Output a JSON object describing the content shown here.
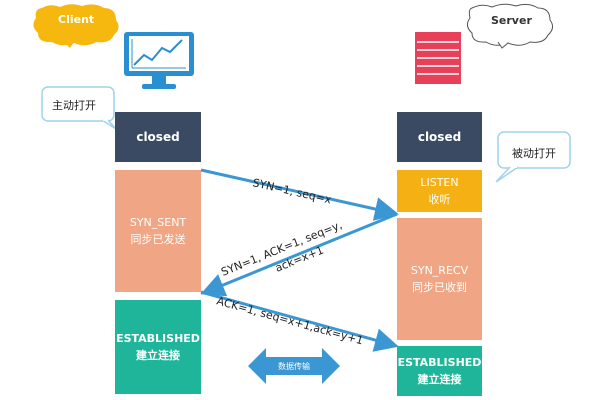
{
  "client": {
    "label": "Client",
    "bubble": "主动打开",
    "states": [
      {
        "title": "closed",
        "subtitle": "",
        "color": "#3a4a63"
      },
      {
        "title": "SYN_SENT",
        "subtitle": "同步已发送",
        "color": "#f0a584"
      },
      {
        "title": "ESTABLISHED",
        "subtitle": "建立连接",
        "color": "#1fb59a"
      }
    ]
  },
  "server": {
    "label": "Server",
    "bubble": "被动打开",
    "states": [
      {
        "title": "closed",
        "subtitle": "",
        "color": "#3a4a63"
      },
      {
        "title": "LISTEN",
        "subtitle": "收听",
        "color": "#f5b014"
      },
      {
        "title": "SYN_RECV",
        "subtitle": "同步已收到",
        "color": "#f0a584"
      },
      {
        "title": "ESTABLISHED",
        "subtitle": "建立连接",
        "color": "#1fb59a"
      }
    ]
  },
  "messages": [
    {
      "text": "SYN=1,  seq=x"
    },
    {
      "text": "SYN=1,  ACK=1,  seq=y,",
      "text2": "ack=x+1"
    },
    {
      "text": "ACK=1,  seq=x+1,ack=y+1"
    }
  ],
  "transfer_label": "数据传输",
  "colors": {
    "arrow": "#3b97d3",
    "bubble_client": "#f6b80f",
    "bubble_server": "#ffffff",
    "bubble_outline": "#9fd3ea"
  }
}
